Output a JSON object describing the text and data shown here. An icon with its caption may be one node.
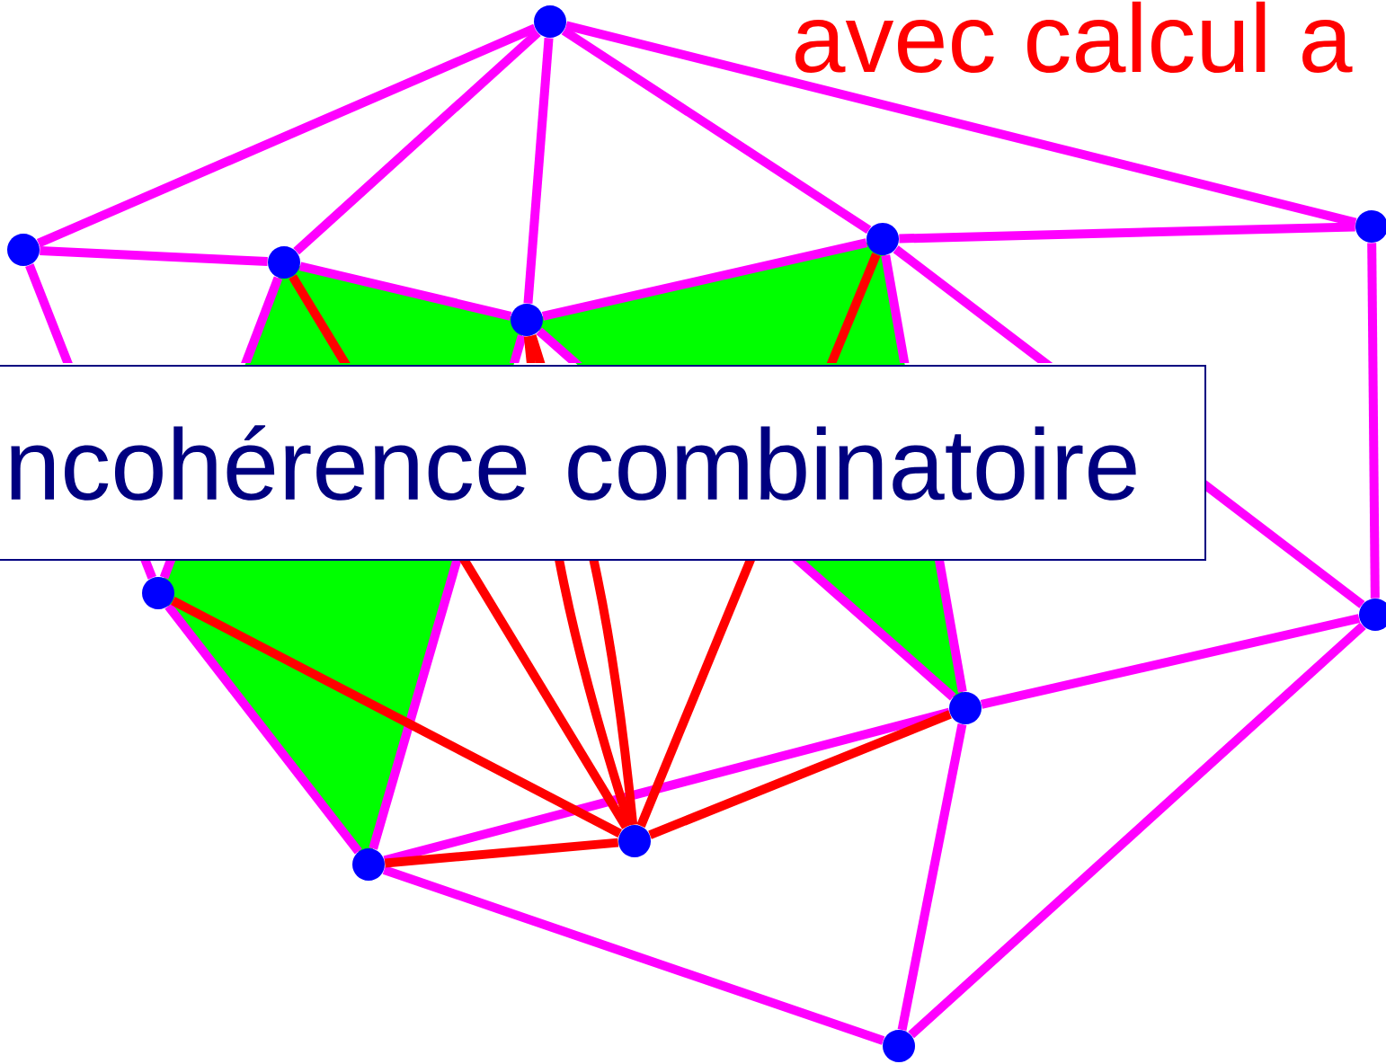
{
  "diagram": {
    "title": "avec calcul a",
    "nodes": [
      {
        "text": [],
        "shape": "circle"
      },
      {
        "text": [],
        "shape": "circle"
      },
      {
        "text": [],
        "shape": "circle"
      },
      {
        "text": [],
        "shape": "circle"
      },
      {
        "text": [],
        "shape": "circle"
      },
      {
        "text": [],
        "shape": "circle"
      },
      {
        "text": [],
        "shape": "circle"
      },
      {
        "text": [],
        "shape": "circle"
      },
      {
        "text": [],
        "shape": "circle"
      },
      {
        "text": [],
        "shape": "circle"
      },
      {
        "text": [],
        "shape": "circle"
      },
      {
        "text": [],
        "shape": "circle"
      }
    ],
    "edges": [
      {
        "from": 0,
        "to": 1,
        "arrow": "none"
      },
      {
        "from": 0,
        "to": 2,
        "arrow": "none"
      },
      {
        "from": 0,
        "to": 3,
        "arrow": "none"
      },
      {
        "from": 0,
        "to": 4,
        "arrow": "none"
      },
      {
        "from": 0,
        "to": 5,
        "arrow": "none"
      },
      {
        "from": 1,
        "to": 2,
        "arrow": "none"
      },
      {
        "from": 1,
        "to": 6,
        "arrow": "none"
      },
      {
        "from": 2,
        "to": 3,
        "arrow": "none"
      },
      {
        "from": 2,
        "to": 6,
        "arrow": "none"
      },
      {
        "from": 3,
        "to": 4,
        "arrow": "none"
      },
      {
        "from": 3,
        "to": 9,
        "arrow": "none"
      },
      {
        "from": 3,
        "to": 7,
        "arrow": "none"
      },
      {
        "from": 4,
        "to": 5,
        "arrow": "none"
      },
      {
        "from": 4,
        "to": 7,
        "arrow": "none"
      },
      {
        "from": 4,
        "to": 8,
        "arrow": "none"
      },
      {
        "from": 5,
        "to": 8,
        "arrow": "none"
      },
      {
        "from": 6,
        "to": 9,
        "arrow": "none"
      },
      {
        "from": 7,
        "to": 8,
        "arrow": "none"
      },
      {
        "from": 7,
        "to": 9,
        "arrow": "none"
      },
      {
        "from": 7,
        "to": 11,
        "arrow": "none"
      },
      {
        "from": 8,
        "to": 11,
        "arrow": "none"
      },
      {
        "from": 9,
        "to": 11,
        "arrow": "none"
      },
      {
        "from": 2,
        "to": 10,
        "arrow": "none",
        "color": "#ff0000"
      },
      {
        "from": 3,
        "to": 10,
        "arrow": "none",
        "color": "#ff0000"
      },
      {
        "from": 3,
        "to": 10,
        "arrow": "none",
        "color": "#ff0000"
      },
      {
        "from": 4,
        "to": 10,
        "arrow": "none",
        "color": "#ff0000"
      },
      {
        "from": 6,
        "to": 10,
        "arrow": "none",
        "color": "#ff0000"
      },
      {
        "from": 9,
        "to": 10,
        "arrow": "none",
        "color": "#ff0000"
      },
      {
        "from": 7,
        "to": 10,
        "arrow": "none",
        "color": "#ff0000"
      }
    ],
    "labels": [
      "ncohérence combinatoire"
    ]
  }
}
